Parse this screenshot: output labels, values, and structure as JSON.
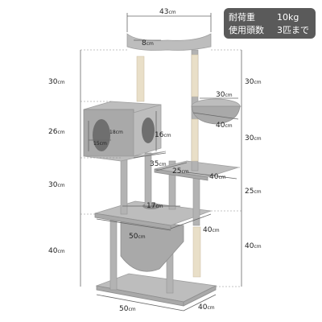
{
  "spec_box": {
    "load_label": "耐荷重",
    "load_value": "10kg",
    "cats_label": "使用頭数",
    "cats_value": "3匹まで"
  },
  "dimensions": {
    "top_width": {
      "value": "43",
      "unit": "cm"
    },
    "top_perch": {
      "value": "8",
      "unit": "cm"
    },
    "left_h1": {
      "value": "30",
      "unit": "cm"
    },
    "left_h2": {
      "value": "26",
      "unit": "cm"
    },
    "left_h3": {
      "value": "30",
      "unit": "cm"
    },
    "left_h4": {
      "value": "40",
      "unit": "cm"
    },
    "right_h1": {
      "value": "30",
      "unit": "cm"
    },
    "right_h2": {
      "value": "30",
      "unit": "cm"
    },
    "right_h3": {
      "value": "25",
      "unit": "cm"
    },
    "right_h4": {
      "value": "40",
      "unit": "cm"
    },
    "condo_inner_h": {
      "value": "18",
      "unit": "cm"
    },
    "condo_inner_w": {
      "value": "15",
      "unit": "cm"
    },
    "condo_h": {
      "value": "16",
      "unit": "cm"
    },
    "condo_w": {
      "value": "35",
      "unit": "cm"
    },
    "basket_w": {
      "value": "30",
      "unit": "cm"
    },
    "basket_d": {
      "value": "40",
      "unit": "cm"
    },
    "platform_w": {
      "value": "25",
      "unit": "cm"
    },
    "platform_d": {
      "value": "40",
      "unit": "cm"
    },
    "hammock_hole": {
      "value": "17",
      "unit": "cm"
    },
    "hammock_w": {
      "value": "50",
      "unit": "cm"
    },
    "hammock_d": {
      "value": "40",
      "unit": "cm"
    },
    "base_w": {
      "value": "50",
      "unit": "cm"
    },
    "base_d": {
      "value": "40",
      "unit": "cm"
    }
  }
}
